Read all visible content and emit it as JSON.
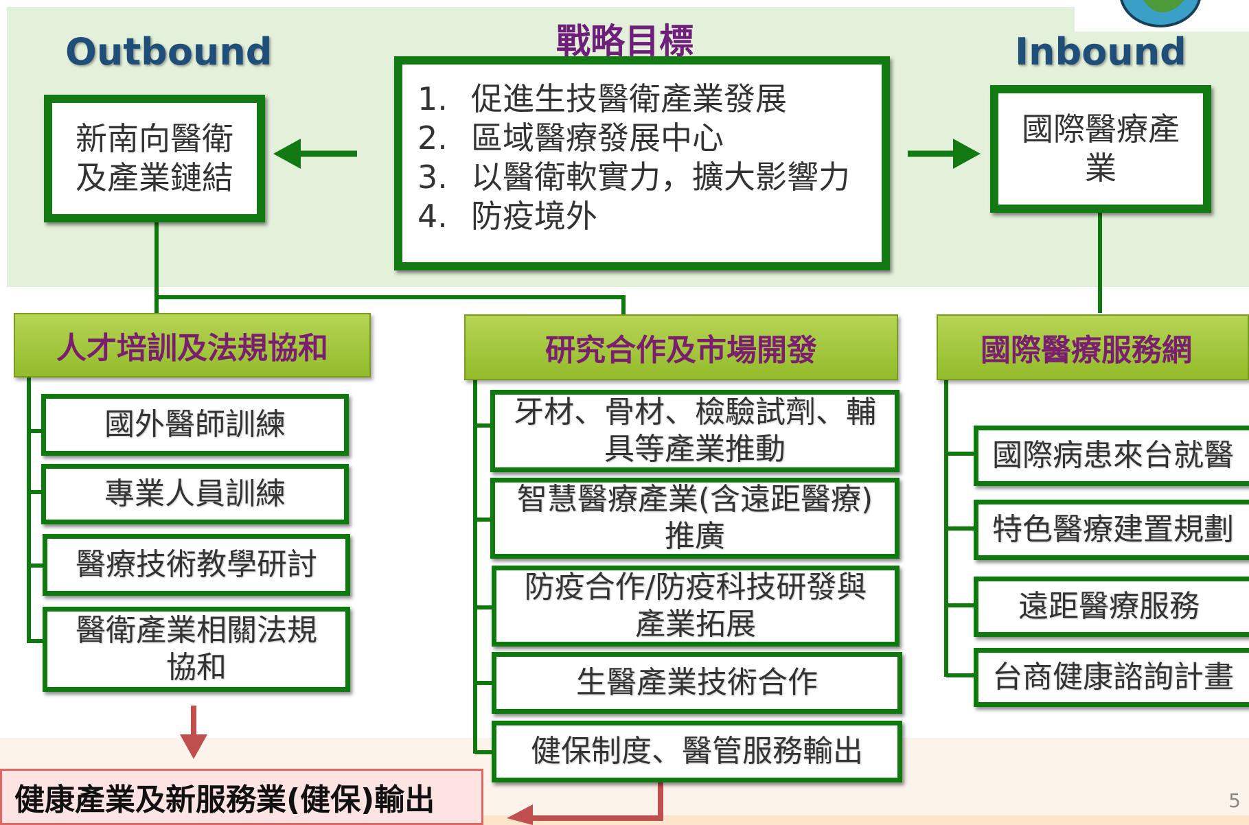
{
  "header": {
    "outbound": "Outbound",
    "inbound": "Inbound",
    "strategy_title": "戰略目標"
  },
  "goals": [
    {
      "num": "1.",
      "text": "促進生技醫衛產業發展"
    },
    {
      "num": "2.",
      "text": "區域醫療發展中心"
    },
    {
      "num": "3.",
      "text": "以醫衛軟實力，擴大影響力"
    },
    {
      "num": "4.",
      "text": "防疫境外"
    }
  ],
  "outbound_box": "新南向醫衛及產業鏈結",
  "inbound_box": "國際醫療產業",
  "categories": {
    "left": "人才培訓及法規協和",
    "middle": "研究合作及市場開發",
    "right": "國際醫療服務網"
  },
  "left_items": [
    "國外醫師訓練",
    "專業人員訓練",
    "醫療技術教學研討",
    "醫衛產業相關法規協和"
  ],
  "middle_items": [
    "牙材、骨材、檢驗試劑、輔具等產業推動",
    "智慧醫療產業(含遠距醫療)推廣",
    "防疫合作/防疫科技研發與產業拓展",
    "生醫產業技術合作",
    "健保制度、醫管服務輸出"
  ],
  "right_items": [
    "國際病患來台就醫",
    "特色醫療建置規劃",
    "遠距醫療服務",
    "台商健康諮詢計畫"
  ],
  "output": "健康產業及新服務業(健保)輸出",
  "page_number": "5",
  "colors": {
    "box_border": "#0e7a0e",
    "category_fill": "#a3c83a",
    "category_text": "#7a1f6e",
    "heading_blue": "#1f4e79",
    "arrow_red": "#c0504d"
  }
}
